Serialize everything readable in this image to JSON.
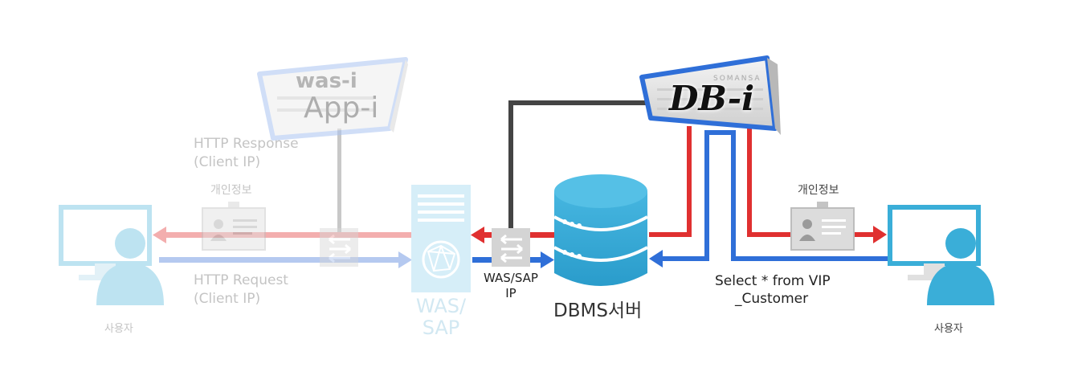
{
  "left_user": {
    "label": "사용자"
  },
  "right_user": {
    "label": "사용자"
  },
  "was_i_server": {
    "logo_top": "was-i",
    "logo_main": "App-i"
  },
  "db_i_server": {
    "logo": "DB-i",
    "brand": "SOMANSA"
  },
  "was_sap": {
    "label_line1": "WAS/",
    "label_line2": "SAP"
  },
  "dbms": {
    "label": "DBMS서버"
  },
  "switch_center": {
    "label_line1": "WAS/SAP",
    "label_line2": "IP"
  },
  "http_response": {
    "line1": "HTTP Response",
    "line2": "(Client IP)"
  },
  "http_request": {
    "line1": "HTTP Request",
    "line2": "(Client IP)"
  },
  "left_personal_info": {
    "label": "개인정보"
  },
  "right_personal_info": {
    "label": "개인정보"
  },
  "query": {
    "line1": "Select * from VIP",
    "line2": "_Customer"
  },
  "colors": {
    "red": "#e03030",
    "blue": "#2f6fd8",
    "dark": "#444444",
    "cyan": "#3aaed8",
    "faded_red": "#f3aeae",
    "faded_blue": "#b5c9f0",
    "faded_gray": "#c8c8c8"
  }
}
